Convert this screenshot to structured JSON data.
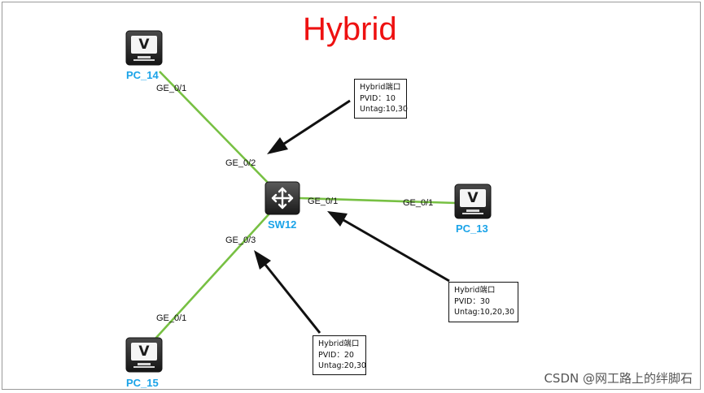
{
  "title": "Hybrid",
  "colors": {
    "title": "#ee1111",
    "link": "#77c043",
    "device_label": "#1aa3e8",
    "arrow": "#111111"
  },
  "devices": {
    "sw": {
      "name": "SW12",
      "icon": "switch-icon"
    },
    "pc14": {
      "name": "PC_14",
      "icon": "monitor-icon",
      "glyph": "V"
    },
    "pc13": {
      "name": "PC_13",
      "icon": "monitor-icon",
      "glyph": "V"
    },
    "pc15": {
      "name": "PC_15",
      "icon": "monitor-icon",
      "glyph": "V"
    }
  },
  "ports": {
    "pc14": "GE_0/1",
    "sw_to_pc14": "GE_0/2",
    "sw_to_pc13": "GE_0/1",
    "pc13": "GE_0/1",
    "sw_to_pc15": "GE_0/3",
    "pc15": "GE_0/1"
  },
  "notes": {
    "ge02": {
      "line1": "Hybrid端口",
      "line2": "PVID：10",
      "line3": "Untag:10,30"
    },
    "ge01": {
      "line1": "Hybrid端口",
      "line2": "PVID：30",
      "line3": "Untag:10,20,30"
    },
    "ge03": {
      "line1": "Hybrid端口",
      "line2": "PVID：20",
      "line3": "Untag:20,30"
    }
  },
  "watermark": "CSDN @网工路上的绊脚石"
}
